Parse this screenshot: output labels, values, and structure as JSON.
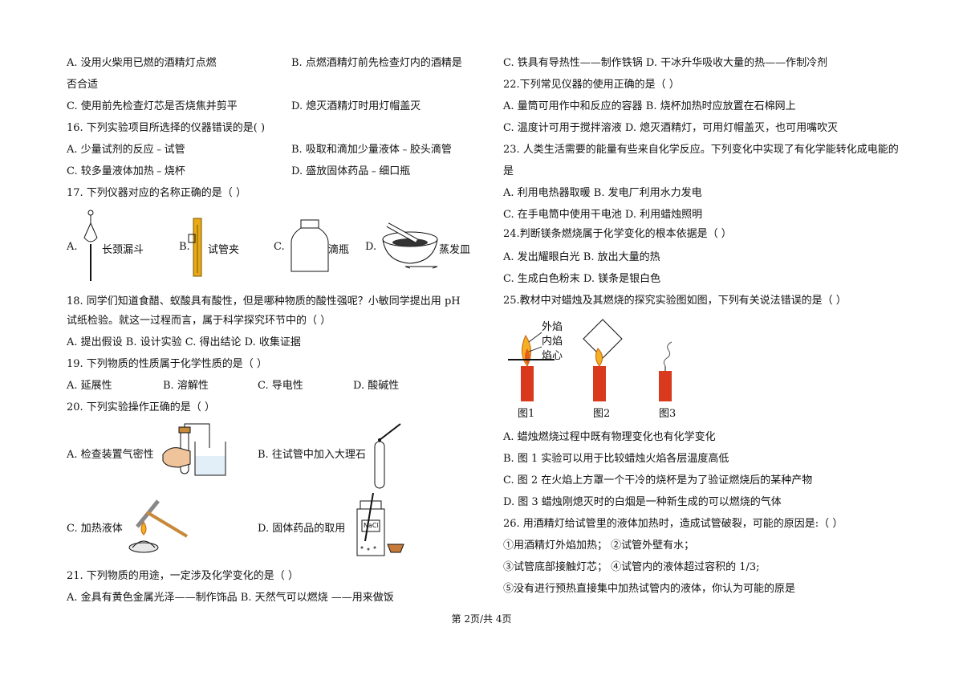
{
  "left": {
    "q15_a": "A. 没用火柴用已燃的酒精灯点燃",
    "q15_b": "B. 点燃酒精灯前先检查灯内的酒精是",
    "q15_b2": "否合适",
    "q15_c": "C. 使用前先检查灯芯是否烧焦并剪平",
    "q15_d": "D. 熄灭酒精灯时用灯帽盖灭",
    "q16": "16.  下列实验项目所选择的仪器错误的是(     )",
    "q16_a": "A. 少量试剂的反应﹣试管",
    "q16_b": "B. 吸取和滴加少量液体﹣胶头滴管",
    "q16_c": "C. 较多量液体加热﹣烧杯",
    "q16_d": "D. 盛放固体药品﹣细口瓶",
    "q17": "17.  下列仪器对应的名称正确的是（      ）",
    "q17_a_letter": "A.",
    "q17_a": "长颈漏斗",
    "q17_b_letter": "B.",
    "q17_b": "试管夹",
    "q17_c_letter": "C.",
    "q17_c": "滴瓶",
    "q17_d_letter": "D.",
    "q17_d": "蒸发皿",
    "q18_1": "18.  同学们知道食醋、蚁酸具有酸性，但是哪种物质的酸性强呢？小敏同学提出用 pH",
    "q18_2": "试纸检验。就这一过程而言，属于科学探究环节中的（      ）",
    "q18_opts": "A. 提出假设      B. 设计实验      C. 得出结论     D. 收集证据",
    "q19": "19.  下列物质的性质属于化学性质的是（          ）",
    "q19_a": "A. 延展性",
    "q19_b": "B. 溶解性",
    "q19_c": "C. 导电性",
    "q19_d": "D. 酸碱性",
    "q20": "20. 下列实验操作正确的是（      ）",
    "q20_a": "A. 检查装置气密性",
    "q20_b": "B. 往试管中加入大理石",
    "q20_c": "C. 加热液体",
    "q20_d": "D. 固体药品的取用",
    "nacl": "NaCl",
    "q21": "21.  下列物质的用途，一定涉及化学变化的是（    ）",
    "q21_ab": "A. 金具有黄色金属光泽——制作饰品   B. 天然气可以燃烧 ——用来做饭"
  },
  "right": {
    "q21_cd": "C. 铁具有导热性——制作铁锅    D. 干冰升华吸收大量的热——作制冷剂",
    "q22": "22.下列常见仪器的使用正确的是（     ）",
    "q22_ab": "A. 量筒可用作中和反应的容器     B. 烧杯加热时应放置在石棉网上",
    "q22_cd": "C. 温度计可用于搅拌溶液         D. 熄灭酒精灯，可用灯帽盖灭，也可用嘴吹灭",
    "q23_1": "23.  人类生活需要的能量有些来自化学反应。下列变化中实现了有化学能转化成电能的",
    "q23_2": "是",
    "q23_ab": "A. 利用电热器取暖              B. 发电厂利用水力发电",
    "q23_cd": "C. 在手电筒中使用干电池       D. 利用蜡烛照明",
    "q24": "24.判断镁条燃烧属于化学变化的根本依据是（          ）",
    "q24_ab": "A. 发出耀眼白光           B. 放出大量的热",
    "q24_cd": "C. 生成白色粉末           D. 镁条是银白色",
    "q25": "25.教材中对蜡烛及其燃烧的探究实验图如图，下列有关说法错误的是（  ）",
    "flame_outer": "外焰",
    "flame_inner": "内焰",
    "flame_core": "焰心",
    "fig1": "图1",
    "fig2": "图2",
    "fig3": "图3",
    "q25_a": "A. 蜡烛燃烧过程中既有物理变化也有化学变化",
    "q25_b": "B. 图 1 实验可以用于比较蜡烛火焰各层温度高低",
    "q25_c": "C. 图 2 在火焰上方罩一个干冷的烧杯是为了验证燃烧后的某种产物",
    "q25_d": "D. 图 3 蜡烛刚熄灭时的白烟是一种新生成的可以燃烧的气体",
    "q26": "26.  用酒精灯给试管里的液体加热时，造成试管破裂，可能的原因是:（   ）",
    "q26_12": "①用酒精灯外焰加热；        ②试管外壁有水；",
    "q26_34": "③试管底部接触灯芯；        ④试管内的液体超过容积的 1/3;",
    "q26_5": "⑤没有进行预热直接集中加热试管内的液体，你认为可能的原是"
  },
  "footer": "第 2页/共 4页",
  "colors": {
    "candle": "#d93a1e",
    "flame": "#f3b020",
    "flame_core": "#e65a1a"
  }
}
